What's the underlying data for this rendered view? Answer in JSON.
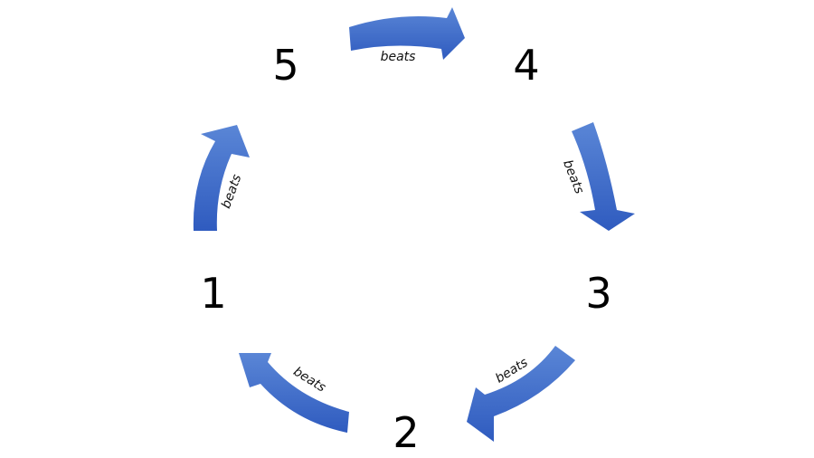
{
  "nodes": [
    "5",
    "4",
    "3",
    "2",
    "1"
  ],
  "edge_label": "beats",
  "colors": {
    "arrow_light": "#5a86d6",
    "arrow_dark": "#2f5bbf",
    "text": "#000000"
  }
}
